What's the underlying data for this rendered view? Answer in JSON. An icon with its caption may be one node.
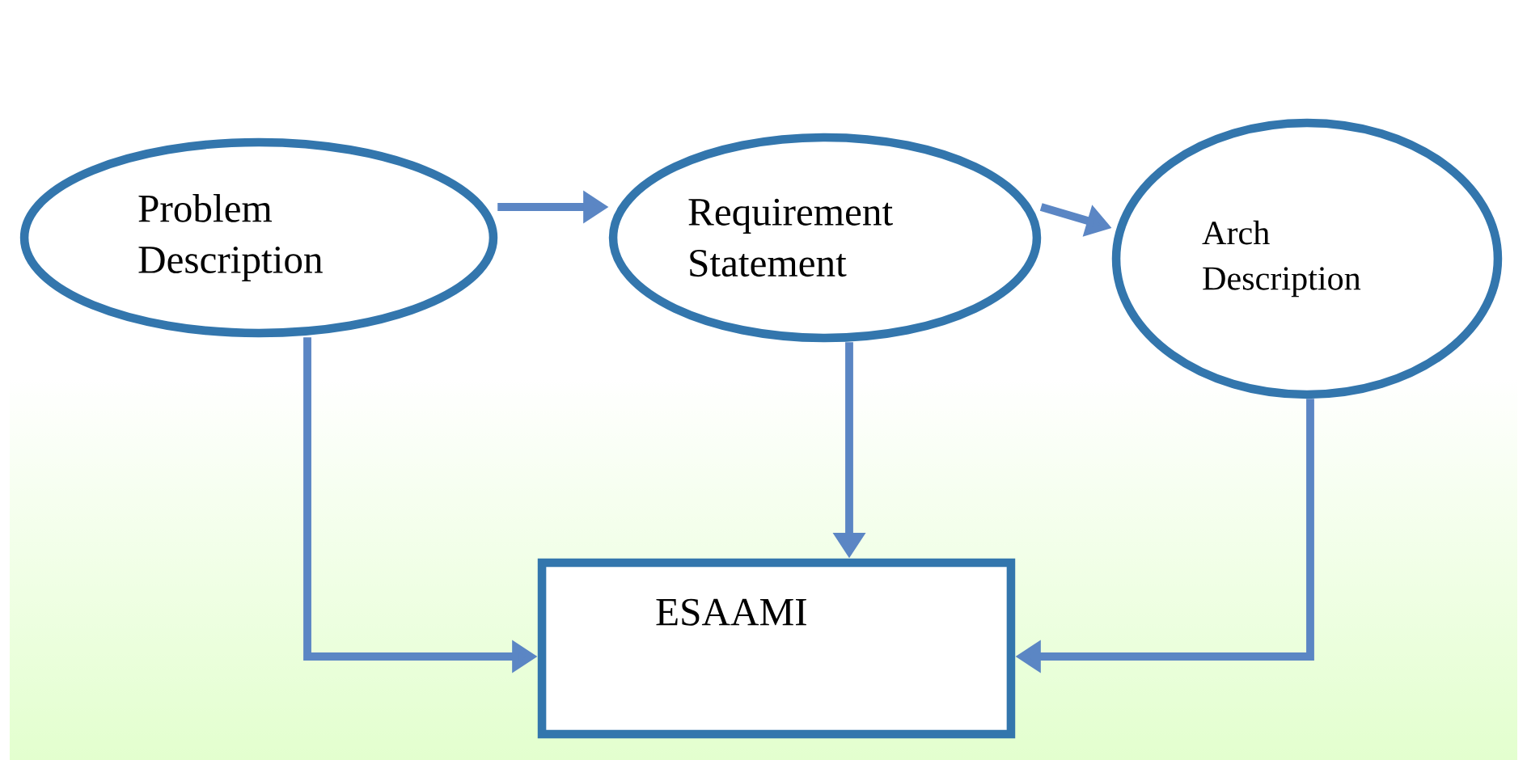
{
  "diagram": {
    "nodes": [
      {
        "text": [
          "Problem Description"
        ]
      },
      {
        "text": [
          "Requirement Statement"
        ]
      },
      {
        "text": [
          "Arch Description"
        ]
      },
      {
        "text": [
          "ESAAMI"
        ]
      }
    ],
    "edges": [
      {
        "from": 0,
        "to": 1,
        "arrow": "to"
      },
      {
        "from": 1,
        "to": 2,
        "arrow": "to"
      },
      {
        "from": 0,
        "to": 3,
        "arrow": "to"
      },
      {
        "from": 1,
        "to": 3,
        "arrow": "to"
      },
      {
        "from": 2,
        "to": 3,
        "arrow": "to"
      }
    ]
  }
}
